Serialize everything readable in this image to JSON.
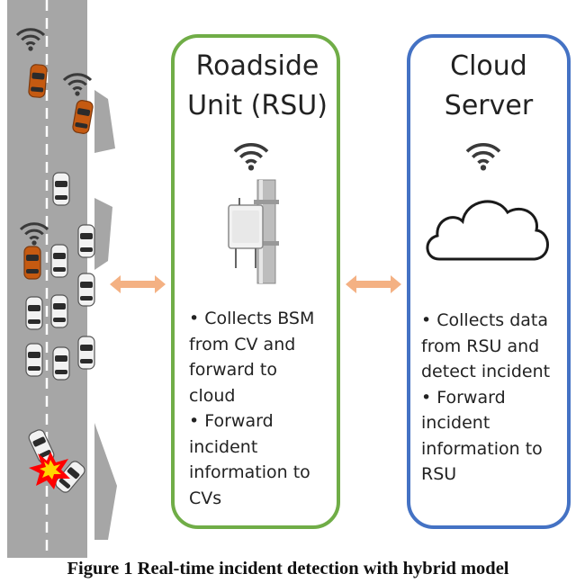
{
  "rsu_panel": {
    "title_line1": "Roadside",
    "title_line2": "Unit (RSU)",
    "bullets": "• Collects BSM\nfrom CV and\nforward to\ncloud\n• Forward\nincident\ninformation to\nCVs"
  },
  "cloud_panel": {
    "title_line1": "Cloud",
    "title_line2": "Server",
    "bullets": "• Collects data\nfrom RSU and\ndetect incident\n• Forward\nincident\ninformation to\nRSU"
  },
  "caption": "Figure 1 Real-time incident detection with hybrid model",
  "colors": {
    "rsu_border": "#70AD47",
    "cloud_border": "#4472C4",
    "arrow": "#F4B183",
    "road": "#A6A6A6",
    "car_white": "#F2F2F2",
    "car_orange": "#C55A11",
    "crash_red": "#FF0000",
    "crash_yellow": "#FFD700"
  },
  "icons": [
    "wifi-icon",
    "rsu-device-icon",
    "cloud-icon",
    "car-icon",
    "crash-icon",
    "bidirectional-arrow-icon"
  ]
}
